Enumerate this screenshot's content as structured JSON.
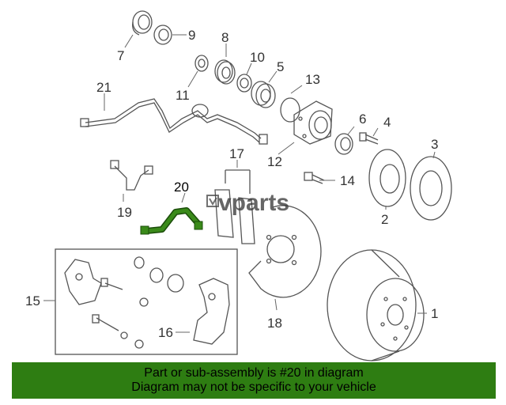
{
  "watermark": {
    "logo_text": "vparts"
  },
  "callouts": {
    "c1": "1",
    "c2": "2",
    "c3": "3",
    "c4": "4",
    "c5": "5",
    "c6": "6",
    "c7": "7",
    "c8": "8",
    "c9": "9",
    "c10": "10",
    "c11": "11",
    "c12": "12",
    "c13": "13",
    "c14": "14",
    "c15": "15",
    "c16": "16",
    "c17": "17",
    "c18": "18",
    "c19": "19",
    "c20": "20",
    "c21": "21"
  },
  "highlight_color": "#3a8a1a",
  "banner": {
    "line1": "Part or sub-assembly is #20 in diagram",
    "line2": "Diagram may not be specific to your vehicle",
    "background": "#2e7d12"
  }
}
